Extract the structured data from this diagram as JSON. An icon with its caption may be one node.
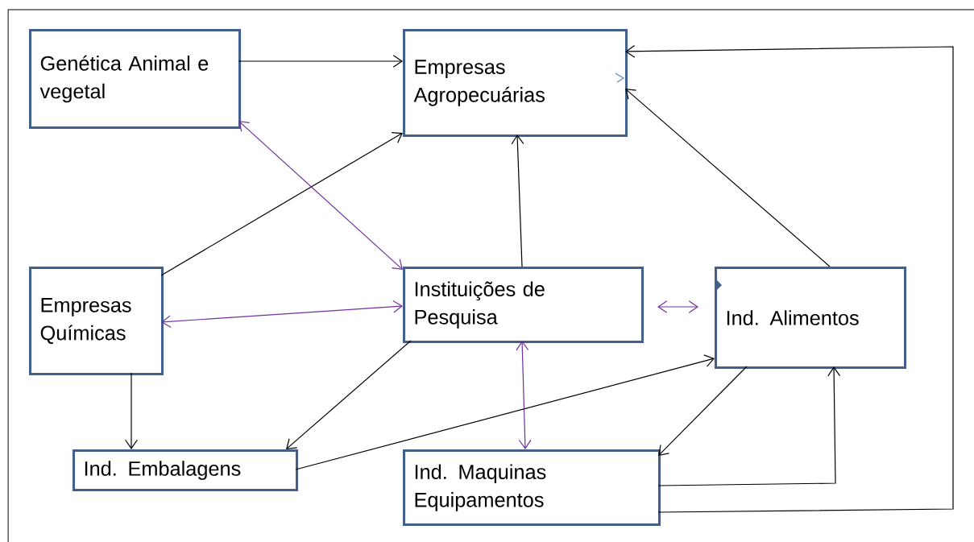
{
  "diagram": {
    "nodes": [
      {
        "text": [
          "Genética Animal e vegetal"
        ]
      },
      {
        "text": [
          "Empresas Agropecuárias"
        ]
      },
      {
        "text": [
          "Empresas Químicas"
        ]
      },
      {
        "text": [
          "Instituições de Pesquisa"
        ]
      },
      {
        "text": [
          "Ind. Alimentos"
        ]
      },
      {
        "text": [
          "Ind. Embalagens"
        ]
      },
      {
        "text": [
          "Ind. Maquinas Equipamentos"
        ]
      }
    ],
    "edges": [
      {
        "from": 0,
        "to": 1,
        "arrow": "to"
      },
      {
        "from": 2,
        "to": 1,
        "arrow": "to"
      },
      {
        "from": 3,
        "to": 1,
        "arrow": "to"
      },
      {
        "from": 4,
        "to": 1,
        "arrow": "to"
      },
      {
        "from": 6,
        "to": 1,
        "arrow": "to"
      },
      {
        "from": 0,
        "to": 3,
        "arrow": "both",
        "color": "#7030a0"
      },
      {
        "from": 2,
        "to": 3,
        "arrow": "both",
        "color": "#7030a0"
      },
      {
        "from": 3,
        "to": 4,
        "arrow": "both",
        "color": "#7030a0"
      },
      {
        "from": 3,
        "to": 6,
        "arrow": "both",
        "color": "#7030a0"
      },
      {
        "from": 2,
        "to": 5,
        "arrow": "to"
      },
      {
        "from": 3,
        "to": 5,
        "arrow": "to"
      },
      {
        "from": 5,
        "to": 4,
        "arrow": "to"
      },
      {
        "from": 4,
        "to": 6,
        "arrow": "to"
      },
      {
        "from": 6,
        "to": 4,
        "arrow": "to"
      }
    ]
  }
}
